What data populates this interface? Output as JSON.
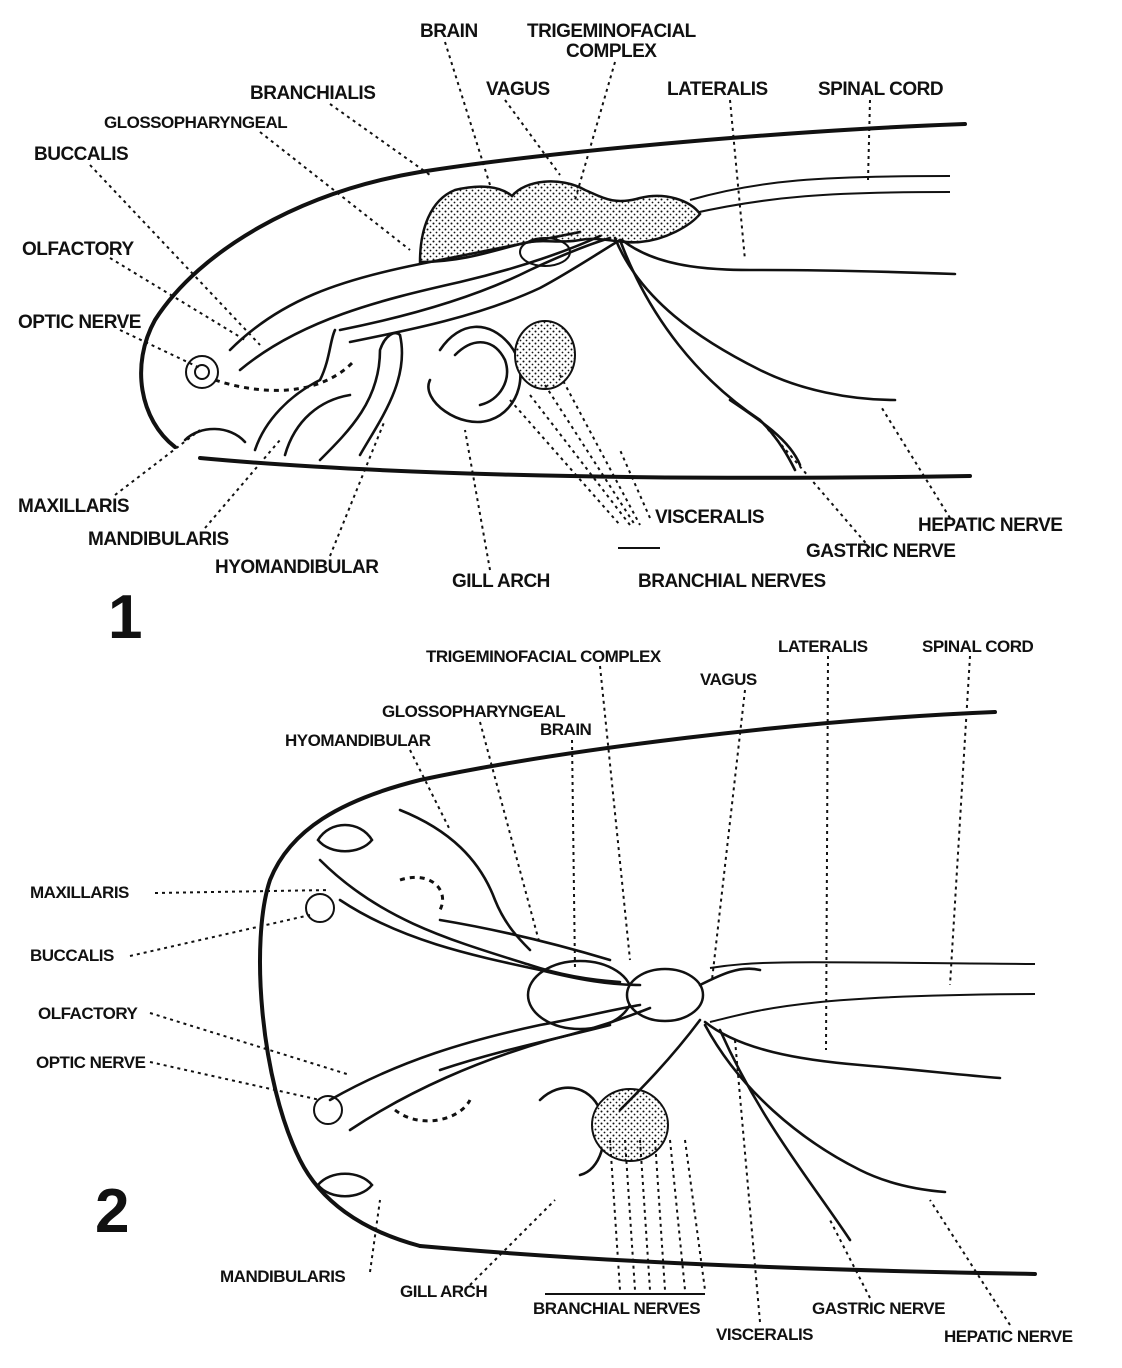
{
  "figure1": {
    "number": "1",
    "labels": {
      "brain": "BRAIN",
      "trigeminofacial_1": "TRIGEMINOFACIAL",
      "trigeminofacial_2": "COMPLEX",
      "branchialis": "BRANCHIALIS",
      "vagus": "VAGUS",
      "lateralis": "LATERALIS",
      "spinal_cord": "SPINAL CORD",
      "glossopharyngeal": "GLOSSOPHARYNGEAL",
      "buccalis": "BUCCALIS",
      "olfactory": "OLFACTORY",
      "optic_nerve": "OPTIC NERVE",
      "maxillaris": "MAXILLARIS",
      "mandibularis": "MANDIBULARIS",
      "hyomandibular": "HYOMANDIBULAR",
      "gill_arch": "GILL ARCH",
      "visceralis": "VISCERALIS",
      "branchial_nerves": "BRANCHIAL NERVES",
      "gastric_nerve": "GASTRIC NERVE",
      "hepatic_nerve": "HEPATIC NERVE"
    }
  },
  "figure2": {
    "number": "2",
    "labels": {
      "trigeminofacial": "TRIGEMINOFACIAL COMPLEX",
      "lateralis": "LATERALIS",
      "spinal_cord": "SPINAL CORD",
      "vagus": "VAGUS",
      "glossopharyngeal": "GLOSSOPHARYNGEAL",
      "brain": "BRAIN",
      "hyomandibular": "HYOMANDIBULAR",
      "maxillaris": "MAXILLARIS",
      "buccalis": "BUCCALIS",
      "olfactory": "OLFACTORY",
      "optic_nerve": "OPTIC NERVE",
      "mandibularis": "MANDIBULARIS",
      "gill_arch": "GILL ARCH",
      "branchial_nerves": "BRANCHIAL NERVES",
      "visceralis": "VISCERALIS",
      "gastric_nerve": "GASTRIC NERVE",
      "hepatic_nerve": "HEPATIC NERVE"
    }
  }
}
